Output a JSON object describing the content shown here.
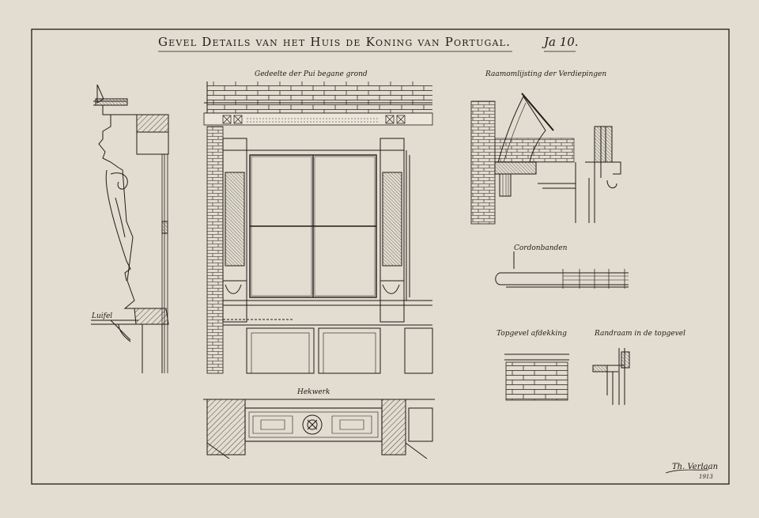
{
  "title": "Gevel Details van het Huis de Koning van Portugal.",
  "sheet_number": "Ja 10.",
  "labels": {
    "section_cornice": "Luifel",
    "elevation_shopfront": "Gedeelte der Pui begane grond",
    "window_surround": "Raamomlijsting der Verdiepingen",
    "string_courses": "Cordonbanden",
    "top_gable_coping": "Topgevel afdekking",
    "gable_rim": "Randraam in de topgevel",
    "railing": "Hekwerk"
  },
  "signature": "Th. Verlaan",
  "year": "1913",
  "colors": {
    "paper": "#e2ddd0",
    "ink": "#1e1c19",
    "wall": "#f1ede1"
  }
}
